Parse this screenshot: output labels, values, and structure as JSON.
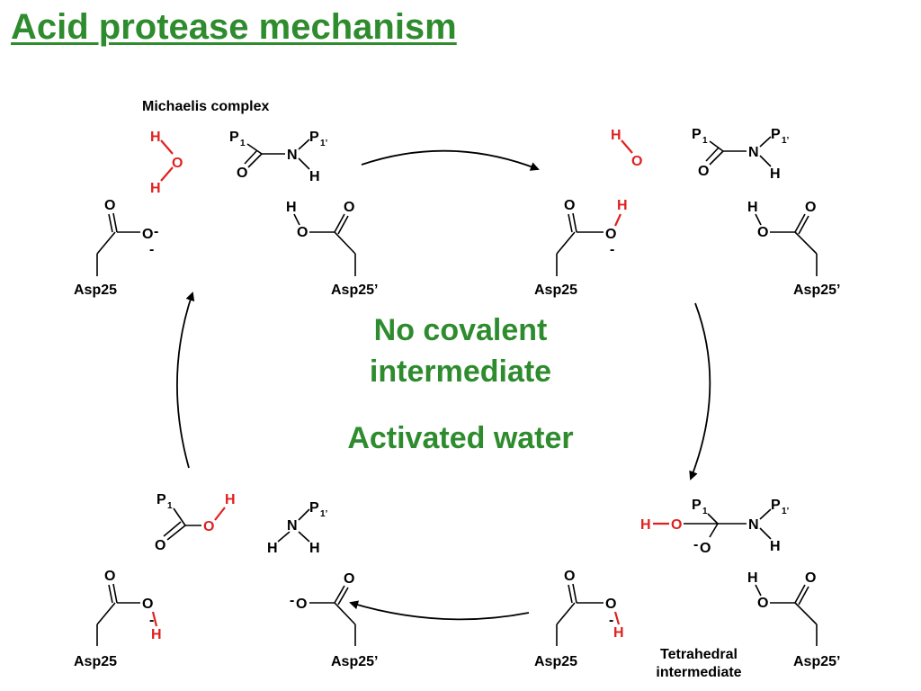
{
  "slide": {
    "title": "Acid protease mechanism",
    "michaelis_label": "Michaelis complex",
    "tetrahedral_label": "Tetrahedral intermediate",
    "center_line1": "No covalent",
    "center_line2": "intermediate",
    "center_line3": "Activated water"
  },
  "atoms": {
    "h": "H",
    "o": "O",
    "n": "N",
    "p": "P",
    "sub_1": "1",
    "sub_1prime": "1’",
    "minus": "-",
    "asp25": "Asp25",
    "asp25_prime": "Asp25’"
  },
  "colors": {
    "title_green": "#2e8b2e",
    "water_red": "#e02020",
    "black": "#000000"
  }
}
